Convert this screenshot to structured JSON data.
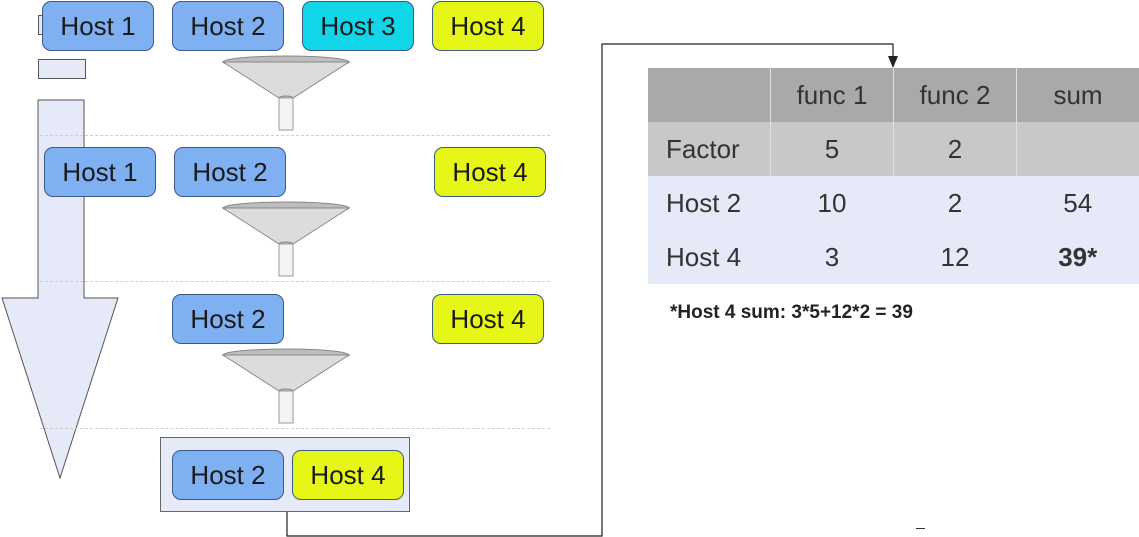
{
  "rows": [
    {
      "hosts": [
        "Host 1",
        "Host 2",
        "Host 3",
        "Host 4"
      ]
    },
    {
      "hosts": [
        "Host 1",
        "Host 2",
        "Host 4"
      ]
    },
    {
      "hosts": [
        "Host 2",
        "Host 4"
      ]
    }
  ],
  "result": {
    "hosts": [
      "Host 2",
      "Host 4"
    ]
  },
  "table": {
    "header": [
      "",
      "func 1",
      "func 2",
      "sum"
    ],
    "rows": [
      [
        "Factor",
        "5",
        "2",
        ""
      ],
      [
        "Host 2",
        "10",
        "2",
        "54"
      ],
      [
        "Host 4",
        "3",
        "12",
        "39*"
      ]
    ]
  },
  "footnote": "*Host 4 sum: 3*5+12*2 = 39",
  "colors": {
    "host_blue": "#7fb0f2",
    "host_cyan": "#10d6e8",
    "host_yellow": "#e6f718",
    "result_bg": "#e6e9f7"
  }
}
